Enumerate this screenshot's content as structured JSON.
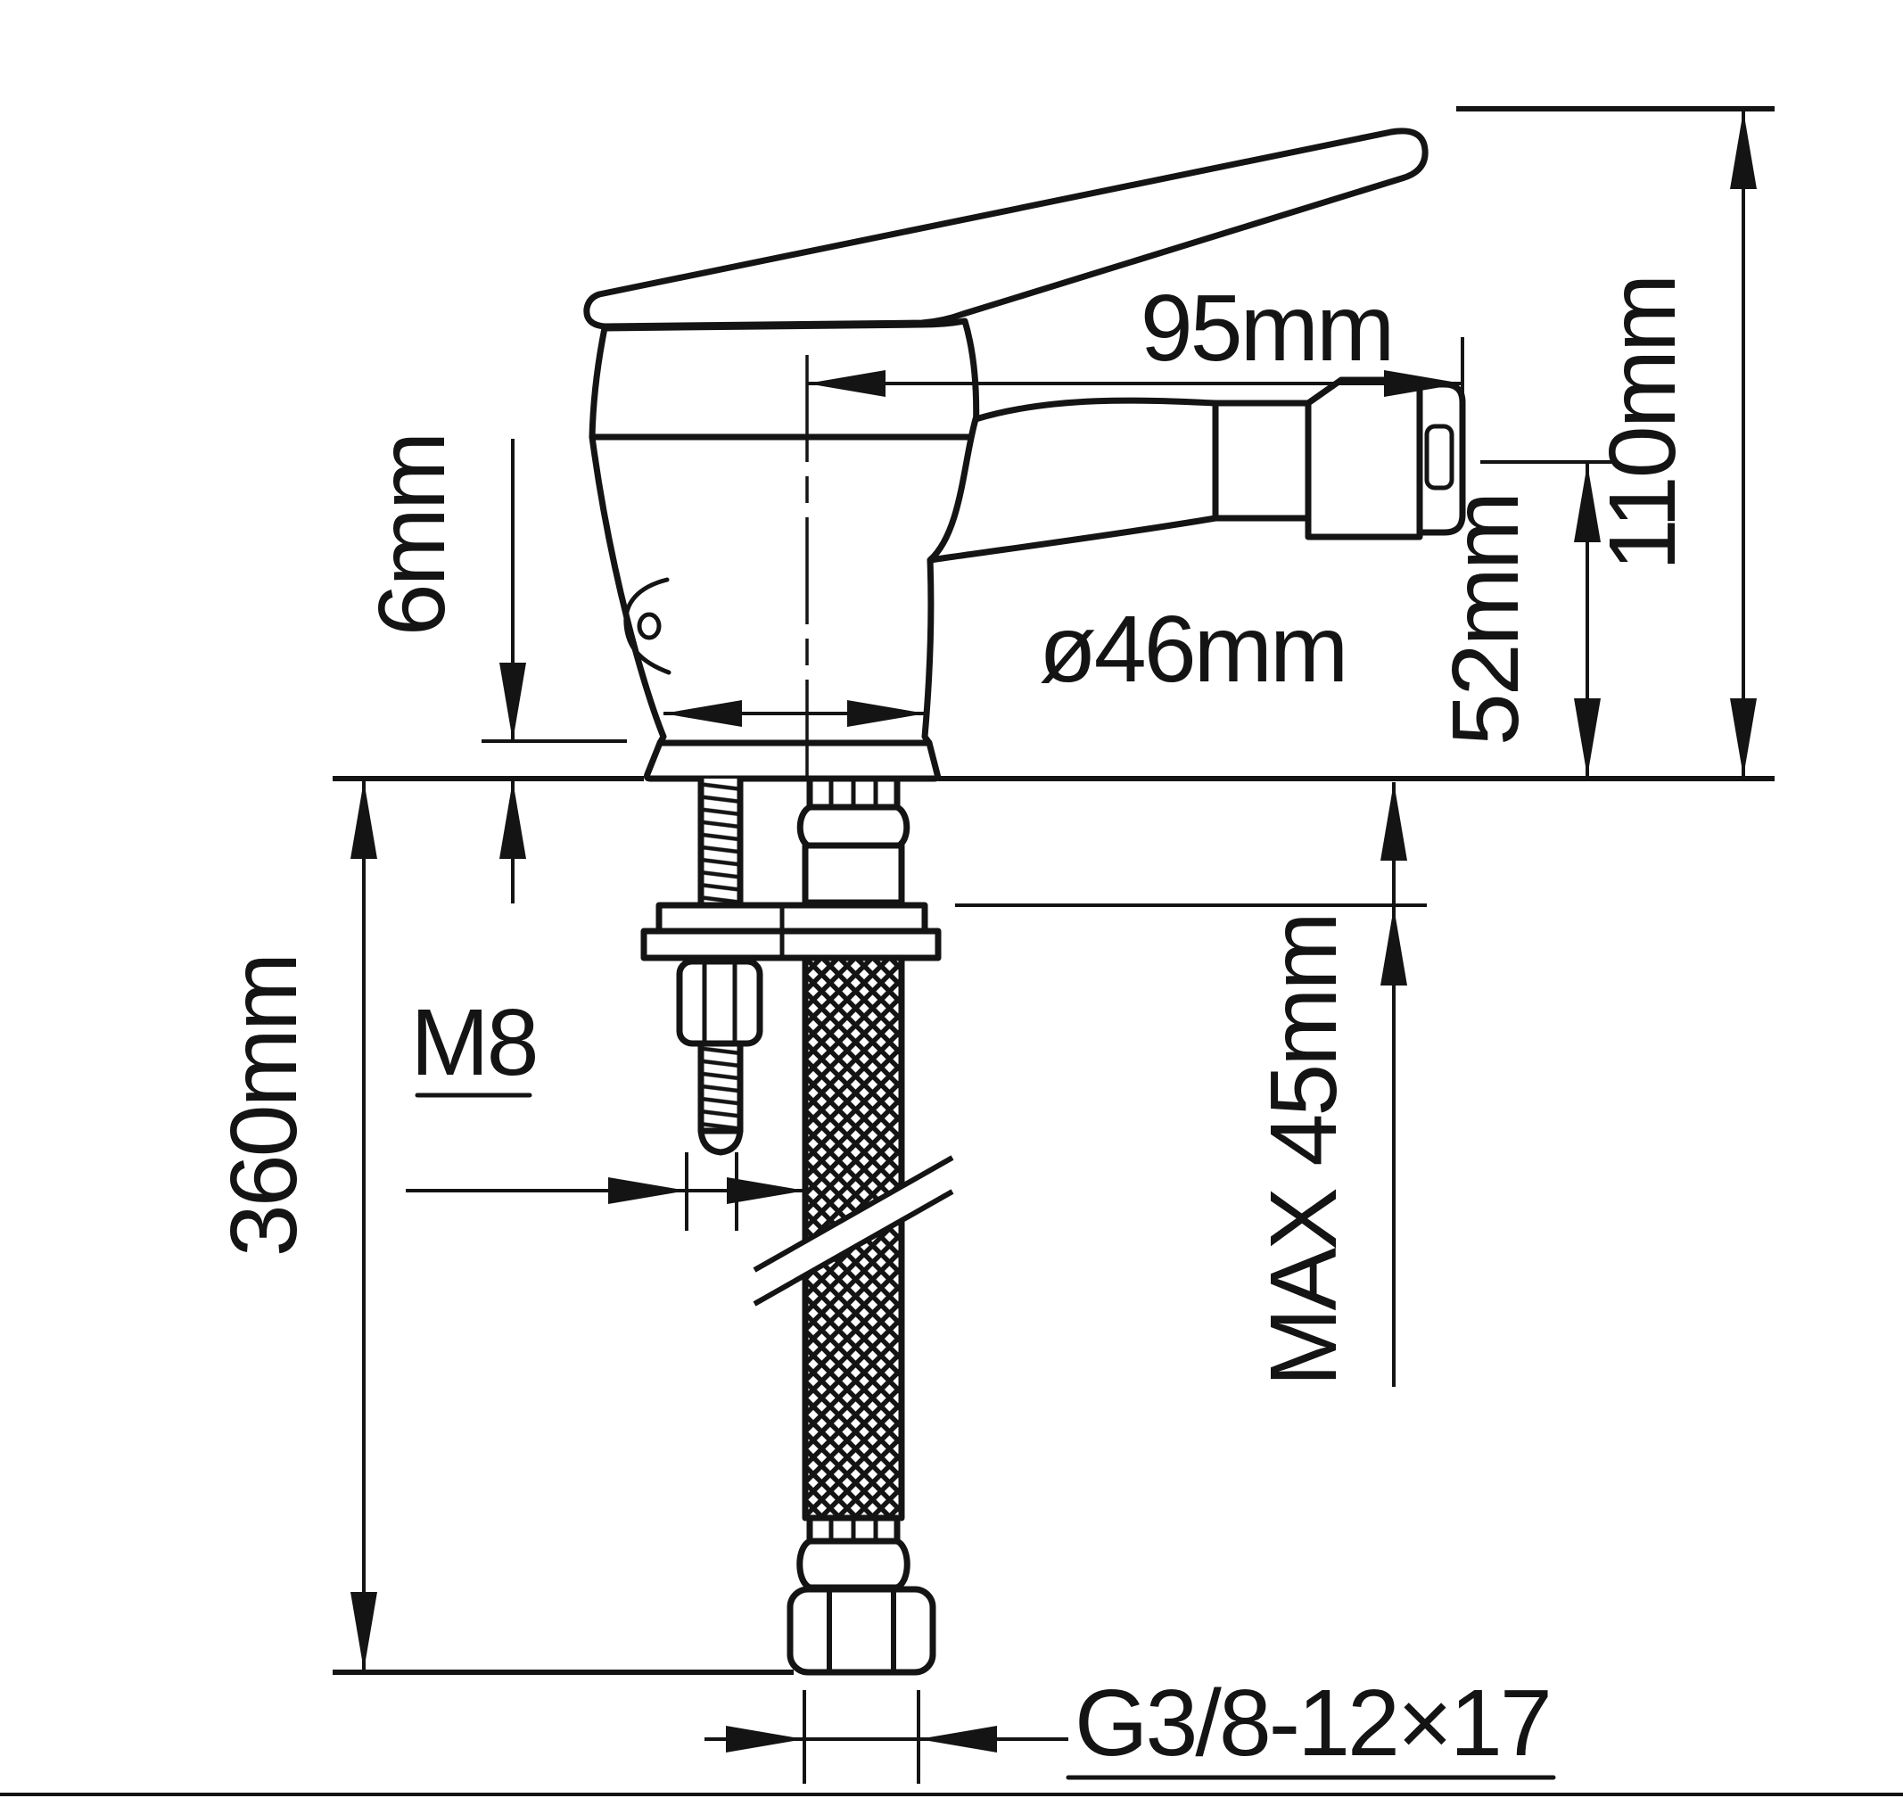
{
  "drawing": {
    "type": "technical dimension drawing",
    "subject": "single-lever bidet mixer tap, side view with installation dimensions",
    "background": "#ffffff",
    "line_color": "#141414"
  },
  "labels": {
    "dim95": "95mm",
    "dim110": "110mm",
    "dim52": "52mm",
    "dim6": "6mm",
    "dim46": "ø46mm",
    "dim360": "360mm",
    "dimM8": "M8",
    "dimMax45": "MAX 45mm",
    "dimG38": "G3/8-12×17"
  }
}
